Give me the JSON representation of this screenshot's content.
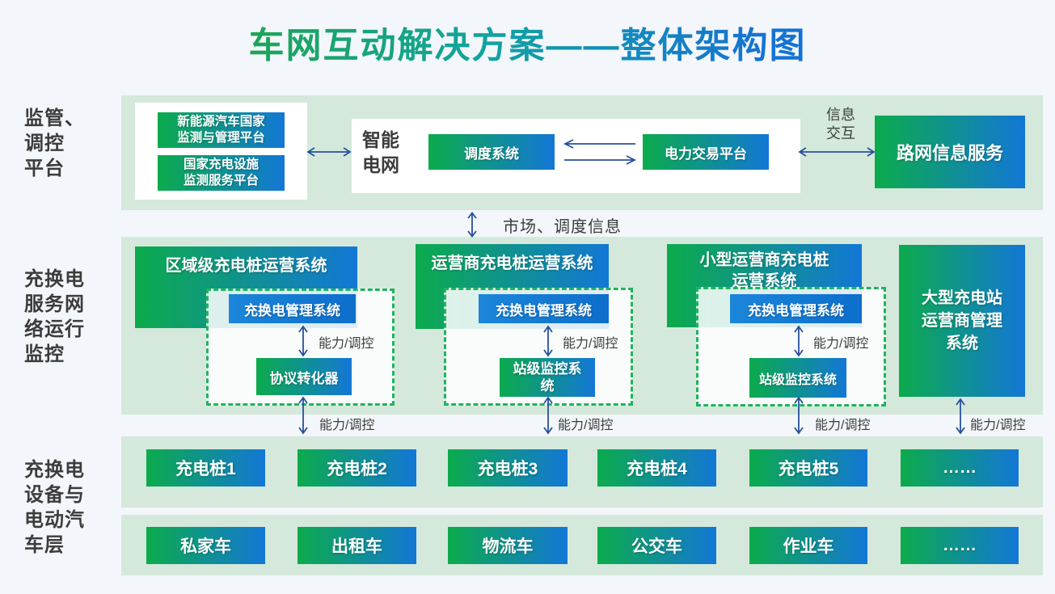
{
  "title": "车网互动解决方案——整体架构图",
  "left_labels": {
    "regulation": "监管、\n调控\n平台",
    "network_monitor": "充换电\n服务网\n络运行\n监控",
    "device_layer": "充换电\n设备与\n电动汽\n车层"
  },
  "top_band": {
    "national_platforms": [
      "新能源汽车国家\n监测与管理平台",
      "国家充电设施\n监测服务平台"
    ],
    "smart_grid": "智能\n电网",
    "dispatch_system": "调度系统",
    "power_trading_platform": "电力交易平台",
    "info_exchange": "信息\n交互",
    "road_network_service": "路网信息服务"
  },
  "market_dispatch_info": "市场、调度信息",
  "operation_band": {
    "groups": [
      {
        "header": "区域级充电桩运营系统",
        "management": "充换电管理系统",
        "capability": "能力/调控",
        "sub_system": "协议转化器"
      },
      {
        "header": "运营商充电桩运营系统",
        "management": "充换电管理系统",
        "capability": "能力/调控",
        "sub_system": "站级监控系\n统"
      },
      {
        "header": "小型运营商充电桩\n运营系统",
        "management": "充换电管理系统",
        "capability": "能力/调控",
        "sub_system": "站级监控系统"
      }
    ],
    "large_station": "大型充电站\n运营商管理\n系统"
  },
  "capability_links": [
    "能力/调控",
    "能力/调控",
    "能力/调控",
    "能力/调控"
  ],
  "charger_band": [
    "充电桩1",
    "充电桩2",
    "充电桩3",
    "充电桩4",
    "充电桩5",
    "……"
  ],
  "vehicle_band": [
    "私家车",
    "出租车",
    "物流车",
    "公交车",
    "作业车",
    "……"
  ],
  "colors": {
    "page_background": "#f3f6fa",
    "band_background": "#d4e9db",
    "box_gradient_start": "#0cab4c",
    "box_gradient_end": "#1377d6",
    "management_box_blue": "#0d6ecc",
    "dashed_border_green": "#1fb45f",
    "arrow_blue": "#27509e",
    "title_gradient_start": "#1fa644",
    "title_gradient_end": "#1573d4",
    "label_text": "#3c3c3c"
  }
}
